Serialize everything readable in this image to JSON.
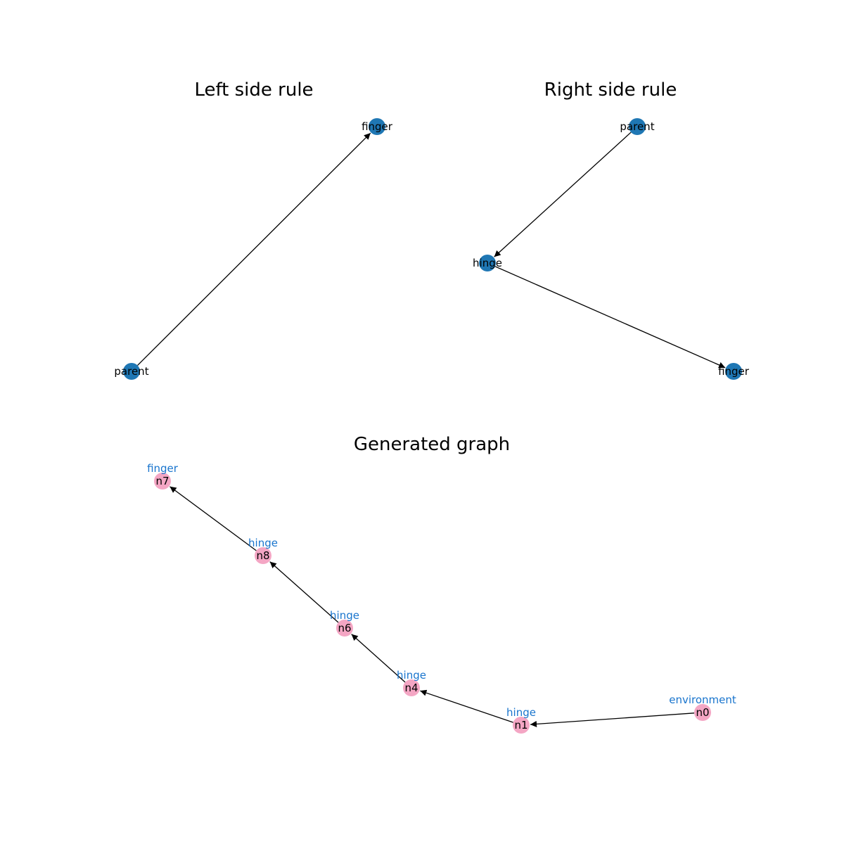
{
  "colors": {
    "rule_node": "#1f77b4",
    "generated_node": "#f4a6c4",
    "type_label": "#1874cd",
    "edge": "#000000"
  },
  "panels": {
    "left_rule": {
      "title": "Left side rule",
      "nodes": [
        {
          "id": "parent",
          "label": "parent"
        },
        {
          "id": "finger",
          "label": "finger"
        }
      ],
      "edges": [
        {
          "from": "parent",
          "to": "finger"
        }
      ]
    },
    "right_rule": {
      "title": "Right side rule",
      "nodes": [
        {
          "id": "parent",
          "label": "parent"
        },
        {
          "id": "hinge",
          "label": "hinge"
        },
        {
          "id": "finger",
          "label": "finger"
        }
      ],
      "edges": [
        {
          "from": "parent",
          "to": "hinge"
        },
        {
          "from": "hinge",
          "to": "finger"
        }
      ]
    },
    "generated": {
      "title": "Generated graph",
      "nodes": [
        {
          "id": "n7",
          "label": "n7",
          "type": "finger"
        },
        {
          "id": "n8",
          "label": "n8",
          "type": "hinge"
        },
        {
          "id": "n6",
          "label": "n6",
          "type": "hinge"
        },
        {
          "id": "n4",
          "label": "n4",
          "type": "hinge"
        },
        {
          "id": "n1",
          "label": "n1",
          "type": "hinge"
        },
        {
          "id": "n0",
          "label": "n0",
          "type": "environment"
        }
      ],
      "edges": [
        {
          "from": "n0",
          "to": "n1"
        },
        {
          "from": "n1",
          "to": "n4"
        },
        {
          "from": "n4",
          "to": "n6"
        },
        {
          "from": "n6",
          "to": "n8"
        },
        {
          "from": "n8",
          "to": "n7"
        }
      ]
    }
  }
}
